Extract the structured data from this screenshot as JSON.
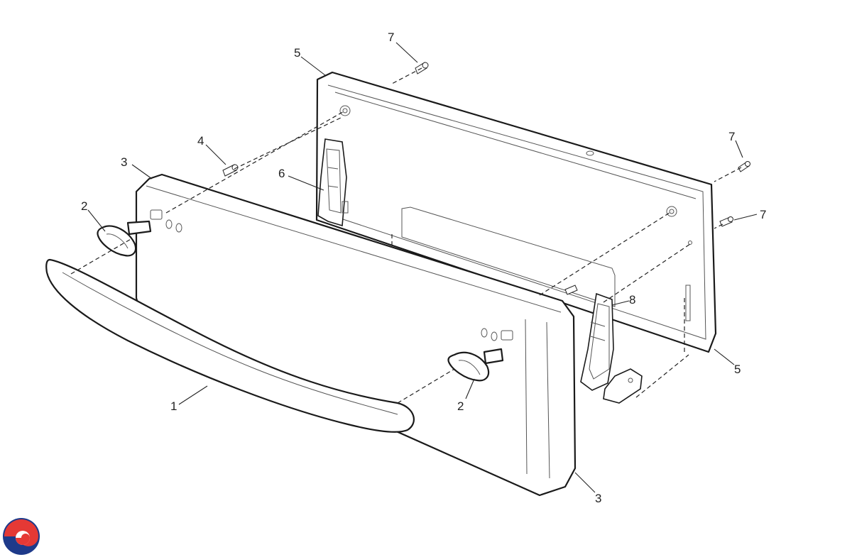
{
  "diagram": {
    "callouts": [
      {
        "id": "c1",
        "text": "1"
      },
      {
        "id": "c2a",
        "text": "2"
      },
      {
        "id": "c2b",
        "text": "2"
      },
      {
        "id": "c3a",
        "text": "3"
      },
      {
        "id": "c3b",
        "text": "3"
      },
      {
        "id": "c4",
        "text": "4"
      },
      {
        "id": "c5a",
        "text": "5"
      },
      {
        "id": "c5b",
        "text": "5"
      },
      {
        "id": "c6",
        "text": "6"
      },
      {
        "id": "c7a",
        "text": "7"
      },
      {
        "id": "c7b",
        "text": "7"
      },
      {
        "id": "c7c",
        "text": "7"
      },
      {
        "id": "c8",
        "text": "8"
      }
    ]
  },
  "logo": {
    "icon": "swirl-logo-icon",
    "colors": {
      "red": "#e53935",
      "blue": "#1e3a8a"
    }
  }
}
